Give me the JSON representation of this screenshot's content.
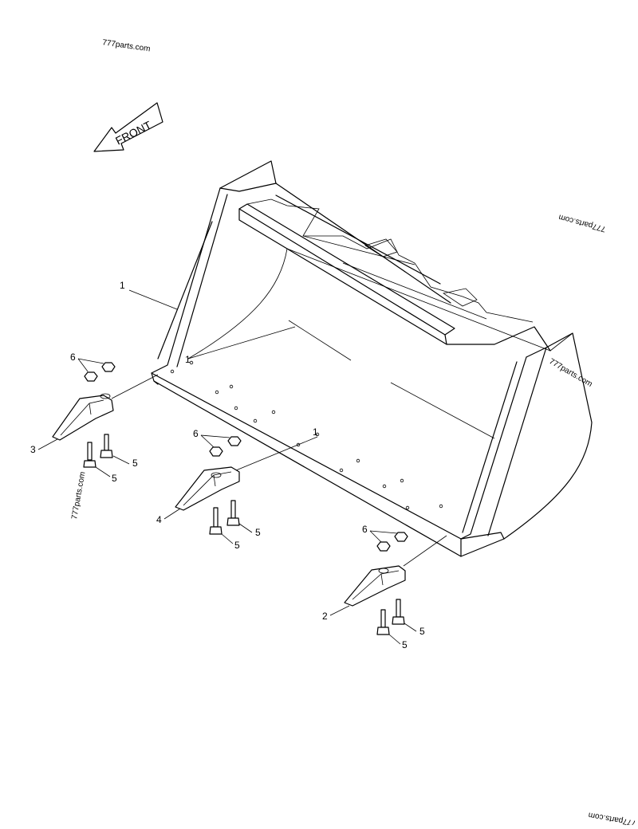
{
  "watermarks": {
    "top_left": "777parts.com",
    "right_upside_down": "777parts.com",
    "right_bracket": "777parts.com",
    "left_vertical": "777parts.com",
    "bottom_right": "777parts.com"
  },
  "front_label": "FRONT",
  "callouts": {
    "bucket": "1",
    "tooth_right": "2",
    "tooth_left": "3",
    "tooth_center": "4",
    "bolt": "5",
    "nut": "6"
  }
}
